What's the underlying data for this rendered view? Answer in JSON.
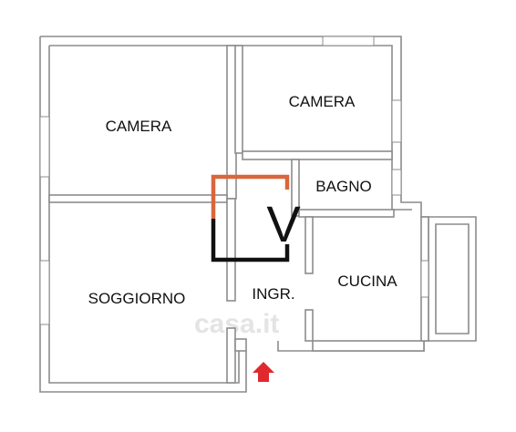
{
  "rooms": {
    "camera_1": "CAMERA",
    "camera_2": "CAMERA",
    "bagno": "BAGNO",
    "soggiorno": "SOGGIORNO",
    "ingresso": "INGR.",
    "cucina": "CUCINA"
  },
  "logo": {
    "letter": "V",
    "colors": {
      "top": "#d9663c",
      "bottom": "#111111"
    }
  },
  "watermark": "casa.it",
  "entrance_arrow": {
    "icon": "up-arrow-icon",
    "color": "#e0282e"
  },
  "colors": {
    "walls": "#8c8c8c",
    "background": "#ffffff"
  }
}
